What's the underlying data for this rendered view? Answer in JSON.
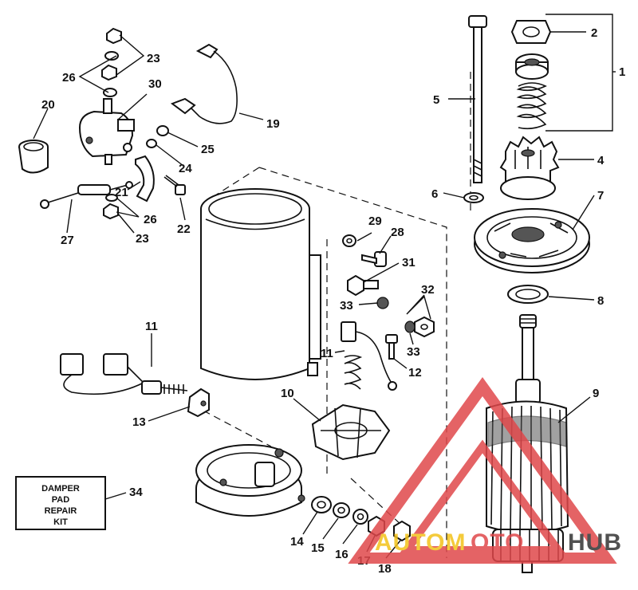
{
  "callouts": [
    {
      "id": "1",
      "text": "1"
    },
    {
      "id": "2",
      "text": "2"
    },
    {
      "id": "4",
      "text": "4"
    },
    {
      "id": "5",
      "text": "5"
    },
    {
      "id": "6",
      "text": "6"
    },
    {
      "id": "7",
      "text": "7"
    },
    {
      "id": "8",
      "text": "8"
    },
    {
      "id": "9",
      "text": "9"
    },
    {
      "id": "10",
      "text": "10"
    },
    {
      "id": "11a",
      "text": "11"
    },
    {
      "id": "11b",
      "text": "11"
    },
    {
      "id": "12",
      "text": "12"
    },
    {
      "id": "13",
      "text": "13"
    },
    {
      "id": "14",
      "text": "14"
    },
    {
      "id": "15",
      "text": "15"
    },
    {
      "id": "16",
      "text": "16"
    },
    {
      "id": "17",
      "text": "17"
    },
    {
      "id": "18",
      "text": "18"
    },
    {
      "id": "19",
      "text": "19"
    },
    {
      "id": "20",
      "text": "20"
    },
    {
      "id": "21",
      "text": "21"
    },
    {
      "id": "22",
      "text": "22"
    },
    {
      "id": "23a",
      "text": "23"
    },
    {
      "id": "23b",
      "text": "23"
    },
    {
      "id": "24",
      "text": "24"
    },
    {
      "id": "25",
      "text": "25"
    },
    {
      "id": "26a",
      "text": "26"
    },
    {
      "id": "26b",
      "text": "26"
    },
    {
      "id": "27",
      "text": "27"
    },
    {
      "id": "28",
      "text": "28"
    },
    {
      "id": "29",
      "text": "29"
    },
    {
      "id": "30",
      "text": "30"
    },
    {
      "id": "31",
      "text": "31"
    },
    {
      "id": "32",
      "text": "32"
    },
    {
      "id": "33a",
      "text": "33"
    },
    {
      "id": "33b",
      "text": "33"
    },
    {
      "id": "34",
      "text": "34"
    }
  ],
  "kit_box": {
    "line1": "DAMPER",
    "line2": "PAD",
    "line3": "REPAIR",
    "line4": "KIT"
  },
  "watermark": {
    "text_left": "AUTOM",
    "text_mid": "OTO",
    "text_right": "HUB",
    "color": "#e0484b",
    "text_color": "#f3c21a"
  },
  "colors": {
    "ink": "#111111",
    "background": "#ffffff"
  }
}
